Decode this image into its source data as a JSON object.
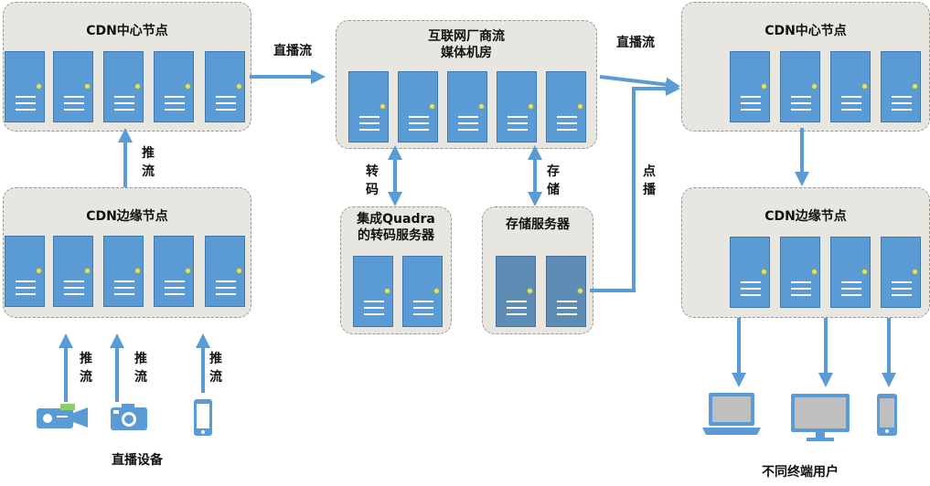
{
  "colors": {
    "server": "#5b9bd5",
    "server_dim": "#5d8cb4",
    "group_bg": "#e8e6e0",
    "arrow": "#5b9bd5"
  },
  "groups": {
    "cdn_center_left": "CDN中心节点",
    "cdn_edge_left": "CDN边缘节点",
    "idc_line1": "互联网厂商流",
    "idc_line2": "媒体机房",
    "transcode_line1": "集成Quadra",
    "transcode_line2": "的转码服务器",
    "storage": "存储服务器",
    "cdn_center_right": "CDN中心节点",
    "cdn_edge_right": "CDN边缘节点"
  },
  "labels": {
    "live_stream_1": "直播流",
    "live_stream_2": "直播流",
    "push_1": "推流",
    "push_2": "推流",
    "push_3": "推流",
    "push_4": "推流",
    "transcode": "转码",
    "storage_short": "存储",
    "vod": "点播",
    "live_devices": "直播设备",
    "end_users": "不同终端用户"
  },
  "icons": {
    "camcorder": "camcorder-icon",
    "camera": "camera-icon",
    "phone": "smartphone-icon",
    "laptop": "laptop-icon",
    "monitor": "monitor-icon",
    "server": "server-icon"
  }
}
